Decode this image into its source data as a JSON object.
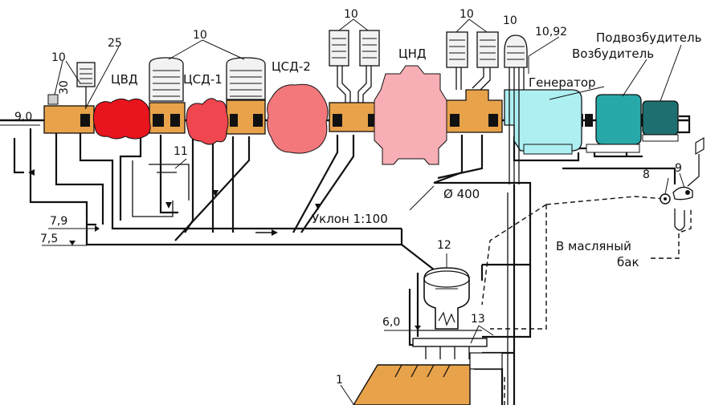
{
  "labels": {
    "cvd": "ЦВД",
    "csd1": "ЦСД-1",
    "csd2": "ЦСД-2",
    "cnd": "ЦНД",
    "generator": "Генератор",
    "exciter": "Возбудитель",
    "sub_exciter": "Подвозбудитель",
    "slope": "Уклон 1:100",
    "diameter": "Ø 400",
    "oil_tank_line1": "В масляный",
    "oil_tank_line2": "бак"
  },
  "numbers": {
    "n10_a": "10",
    "n10_b": "10",
    "n10_c": "10",
    "n10_d": "10",
    "n10_e": "10",
    "n25": "25",
    "n30": "30",
    "n11": "11",
    "n12": "12",
    "n13": "13",
    "n8": "8",
    "n9": "9",
    "n1": "1"
  },
  "elevations": {
    "e90": "9,0",
    "e79": "7,9",
    "e75": "7,5",
    "e60": "6,0",
    "e1092": "10,92"
  },
  "colors": {
    "bearing": "#e8a24a",
    "hp_cylinder": "#e8141e",
    "ip1_cylinder": "#ef4650",
    "ip2_cylinder": "#f2787c",
    "lp_cylinder": "#f7aeb4",
    "generator": "#aef0f2",
    "exciter": "#28a8a8",
    "sub_exciter": "#1e7070",
    "oil_tank": "#e8a24a"
  }
}
